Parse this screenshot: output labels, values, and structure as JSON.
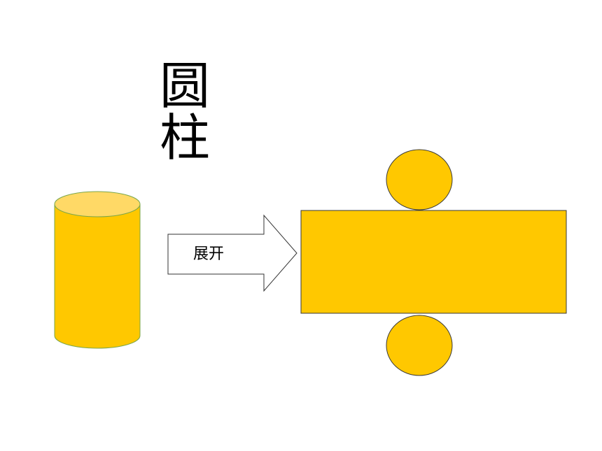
{
  "title": {
    "char1": "圆",
    "char2": "柱"
  },
  "arrow": {
    "label": "展开"
  },
  "colors": {
    "fill": "#ffc800",
    "cylinder_top": "#ffd966",
    "cylinder_stroke": "#7aa64a",
    "net_stroke": "#3a3a3a",
    "arrow_stroke": "#333333"
  }
}
